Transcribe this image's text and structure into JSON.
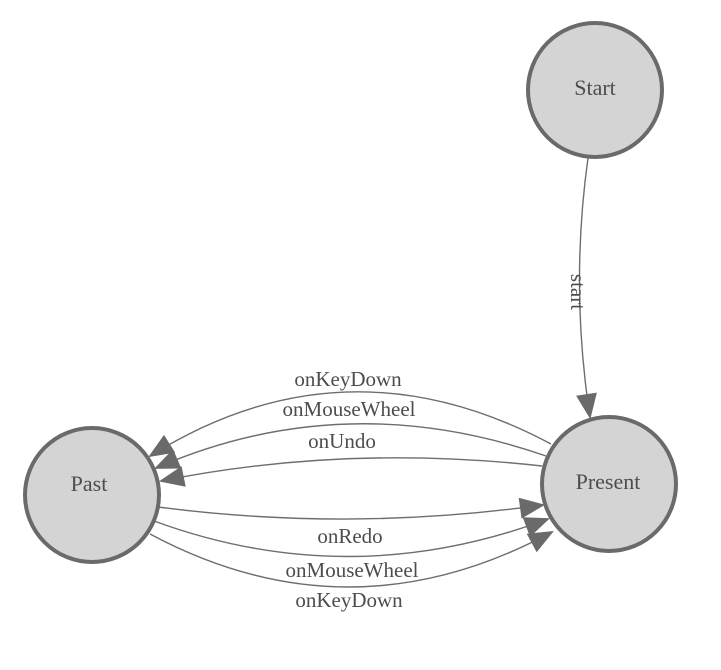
{
  "diagram": {
    "type": "state-machine",
    "background": "#ffffff",
    "colors": {
      "node_fill": "#d4d4d4",
      "node_stroke": "#6a6a6a",
      "edge_stroke": "#6e6e6e",
      "arrow_fill": "#6a6a6a",
      "label_color": "#4d4d4d"
    },
    "nodes": [
      {
        "id": "start",
        "label": "Start"
      },
      {
        "id": "present",
        "label": "Present"
      },
      {
        "id": "past",
        "label": "Past"
      }
    ],
    "edges": [
      {
        "from": "start",
        "to": "present",
        "label": "start"
      },
      {
        "from": "present",
        "to": "past",
        "label": "onKeyDown"
      },
      {
        "from": "present",
        "to": "past",
        "label": "onMouseWheel"
      },
      {
        "from": "present",
        "to": "past",
        "label": "onUndo"
      },
      {
        "from": "past",
        "to": "present",
        "label": "onRedo"
      },
      {
        "from": "past",
        "to": "present",
        "label": "onMouseWheel"
      },
      {
        "from": "past",
        "to": "present",
        "label": "onKeyDown"
      }
    ]
  }
}
